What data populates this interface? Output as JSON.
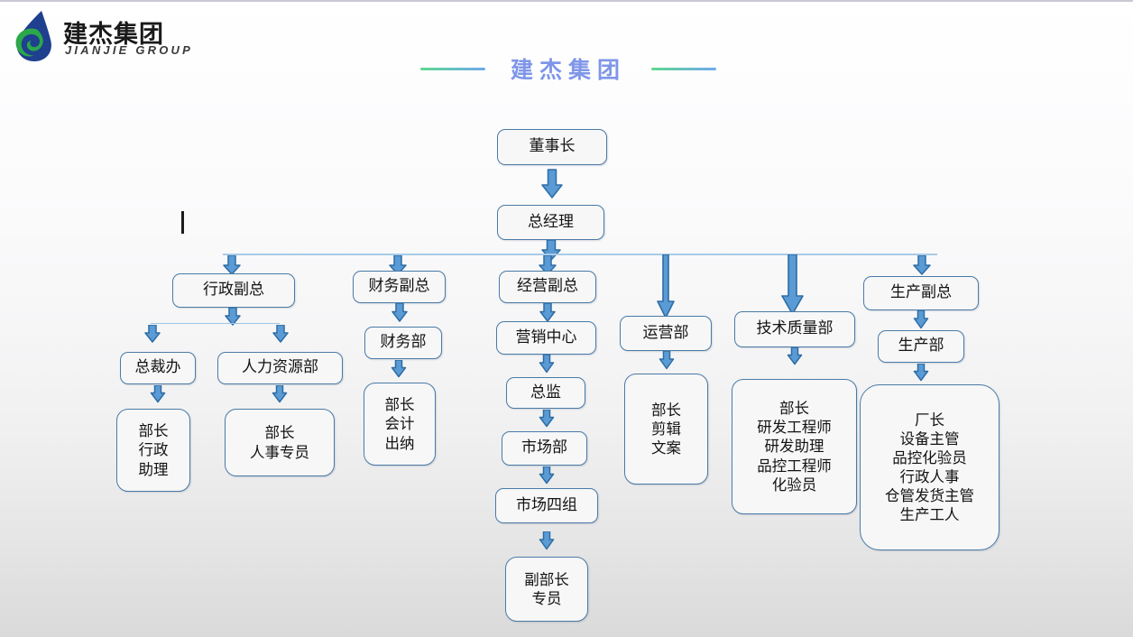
{
  "page": {
    "background_top": "#ffffff",
    "background_bottom": "#dadada",
    "accent_blue": "#4a7ba7",
    "arrow_fill": "#5b9bd5",
    "arrow_stroke": "#2e6ca4",
    "connector_color": "#a8cbe8"
  },
  "logo": {
    "cn": "建杰集团",
    "en": "JIANJIE GROUP",
    "mark_blue": "#1f3f8f",
    "mark_green": "#2aa84a"
  },
  "title": {
    "text": "建杰集团",
    "color": "#7f96e8",
    "rule_from": "#5ed88f",
    "rule_to": "#6fa9ee"
  },
  "chart_data": {
    "type": "diagram",
    "title": "建杰集团",
    "nodes": {
      "chairman": "董事长",
      "general_manager": "总经理",
      "vp_admin": "行政副总",
      "vp_finance": "财务副总",
      "vp_operation": "经营副总",
      "dept_operations": "运营部",
      "dept_tech_quality": "技术质量部",
      "vp_production": "生产副总",
      "dept_production": "生产部",
      "office_president": "总裁办",
      "dept_hr": "人力资源部",
      "dept_finance": "财务部",
      "marketing_center": "营销中心",
      "director": "总监",
      "dept_market": "市场部",
      "market_group4": "市场四组",
      "roles_president_office": "部长\n行政\n助理",
      "roles_hr": "部长\n人事专员",
      "roles_finance": "部长\n会计\n出纳",
      "roles_market": "副部长\n专员",
      "roles_operations": "部长\n剪辑\n文案",
      "roles_tech_quality": "部长\n研发工程师\n研发助理\n品控工程师\n化验员",
      "roles_production": "厂长\n设备主管\n品控化验员\n行政人事\n仓管发货主管\n生产工人"
    },
    "edges": [
      {
        "from": "chairman",
        "to": "general_manager"
      },
      {
        "from": "general_manager",
        "to": "vp_admin"
      },
      {
        "from": "general_manager",
        "to": "vp_finance"
      },
      {
        "from": "general_manager",
        "to": "vp_operation"
      },
      {
        "from": "general_manager",
        "to": "dept_operations"
      },
      {
        "from": "general_manager",
        "to": "dept_tech_quality"
      },
      {
        "from": "general_manager",
        "to": "vp_production"
      },
      {
        "from": "vp_admin",
        "to": "office_president"
      },
      {
        "from": "vp_admin",
        "to": "dept_hr"
      },
      {
        "from": "vp_finance",
        "to": "dept_finance"
      },
      {
        "from": "vp_operation",
        "to": "marketing_center"
      },
      {
        "from": "vp_production",
        "to": "dept_production"
      },
      {
        "from": "office_president",
        "to": "roles_president_office"
      },
      {
        "from": "dept_hr",
        "to": "roles_hr"
      },
      {
        "from": "dept_finance",
        "to": "roles_finance"
      },
      {
        "from": "marketing_center",
        "to": "director"
      },
      {
        "from": "director",
        "to": "dept_market"
      },
      {
        "from": "dept_market",
        "to": "market_group4"
      },
      {
        "from": "market_group4",
        "to": "roles_market"
      },
      {
        "from": "dept_operations",
        "to": "roles_operations"
      },
      {
        "from": "dept_tech_quality",
        "to": "roles_tech_quality"
      },
      {
        "from": "dept_production",
        "to": "roles_production"
      }
    ]
  }
}
